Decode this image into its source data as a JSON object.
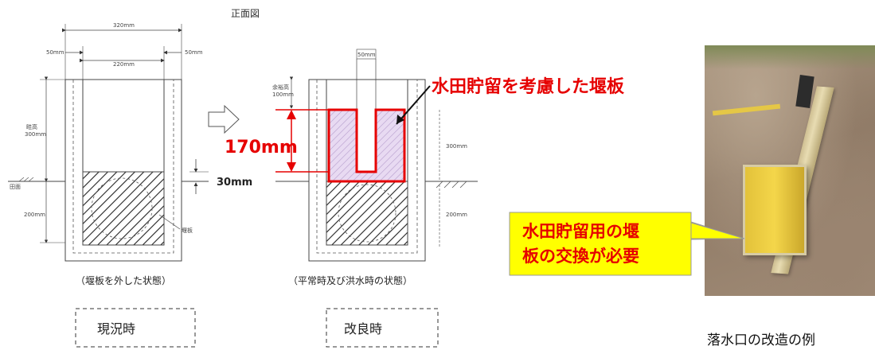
{
  "titles": {
    "front_view": "正面図"
  },
  "left_diagram": {
    "width_total": "320mm",
    "width_left_wall": "50mm",
    "width_right_wall": "50mm",
    "width_inner": "220mm",
    "height_label_top": "畦高",
    "height_label_value": "300mm",
    "bottom_height": "200mm",
    "ground_label": "田面",
    "weir_label": "堰板",
    "caption": "（堰板を外した状態）",
    "box_label": "現況時"
  },
  "gap_label": "30mm",
  "right_diagram": {
    "slot_width": "50mm",
    "margin_label_top": "余裕高",
    "margin_label_value": "100mm",
    "height_170": "170mm",
    "right_mid": "300mm",
    "right_bottom": "200mm",
    "callout_title": "水田貯留を考慮した堰板",
    "caption": "（平常時及び洪水時の状態）",
    "box_label": "改良時"
  },
  "photo": {
    "callout_line1": "水田貯留用の堰",
    "callout_line2": "板の交換が必要",
    "caption": "落水口の改造の例"
  },
  "colors": {
    "red": "#e60000",
    "callout_fill": "#ffff00",
    "weir_fill": "#e6d6f0"
  }
}
